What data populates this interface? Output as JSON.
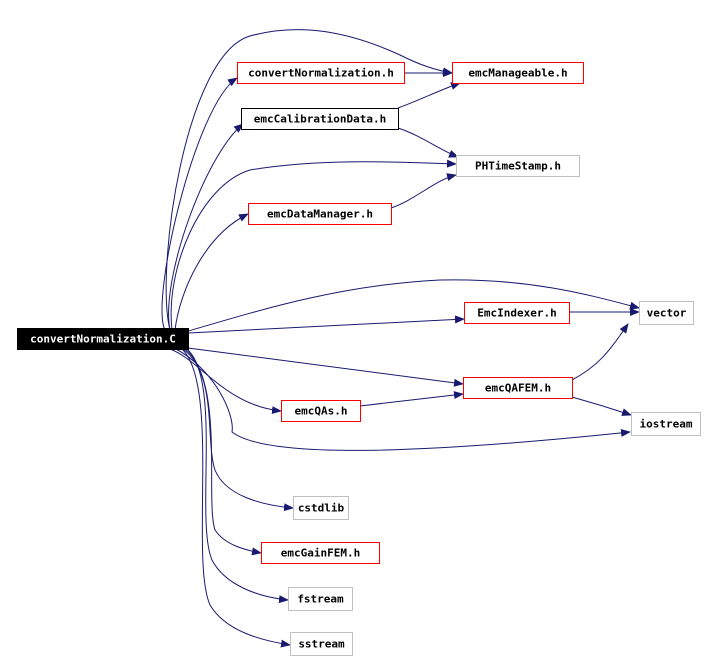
{
  "colors": {
    "edge": "#191970",
    "root_fill": "#000000",
    "root_text": "#ffffff",
    "text": "#000000",
    "border_red": "#ff0000",
    "border_black": "#000000",
    "border_gray": "#c0c0c0"
  },
  "nodes": [
    {
      "id": "root",
      "label": "convertNormalization.C",
      "style": "root"
    },
    {
      "id": "convert_h",
      "label": "convertNormalization.h",
      "style": "red"
    },
    {
      "id": "manageable",
      "label": "emcManageable.h",
      "style": "red"
    },
    {
      "id": "calib",
      "label": "emcCalibrationData.h",
      "style": "black"
    },
    {
      "id": "timestamp",
      "label": "PHTimeStamp.h",
      "style": "gray"
    },
    {
      "id": "datamanager",
      "label": "emcDataManager.h",
      "style": "red"
    },
    {
      "id": "indexer",
      "label": "EmcIndexer.h",
      "style": "red"
    },
    {
      "id": "vector",
      "label": "vector",
      "style": "gray"
    },
    {
      "id": "qafem",
      "label": "emcQAFEM.h",
      "style": "red"
    },
    {
      "id": "qas",
      "label": "emcQAs.h",
      "style": "red"
    },
    {
      "id": "iostream",
      "label": "iostream",
      "style": "gray"
    },
    {
      "id": "cstdlib",
      "label": "cstdlib",
      "style": "gray"
    },
    {
      "id": "gainfem",
      "label": "emcGainFEM.h",
      "style": "red"
    },
    {
      "id": "fstream",
      "label": "fstream",
      "style": "gray"
    },
    {
      "id": "sstream",
      "label": "sstream",
      "style": "gray"
    }
  ],
  "edges": [
    {
      "from": "root",
      "to": "convert_h"
    },
    {
      "from": "root",
      "to": "manageable"
    },
    {
      "from": "root",
      "to": "calib"
    },
    {
      "from": "root",
      "to": "timestamp"
    },
    {
      "from": "root",
      "to": "datamanager"
    },
    {
      "from": "root",
      "to": "vector"
    },
    {
      "from": "root",
      "to": "indexer"
    },
    {
      "from": "root",
      "to": "qafem"
    },
    {
      "from": "root",
      "to": "qas"
    },
    {
      "from": "root",
      "to": "iostream"
    },
    {
      "from": "root",
      "to": "cstdlib"
    },
    {
      "from": "root",
      "to": "gainfem"
    },
    {
      "from": "root",
      "to": "fstream"
    },
    {
      "from": "root",
      "to": "sstream"
    },
    {
      "from": "convert_h",
      "to": "manageable"
    },
    {
      "from": "calib",
      "to": "manageable"
    },
    {
      "from": "calib",
      "to": "timestamp"
    },
    {
      "from": "datamanager",
      "to": "timestamp"
    },
    {
      "from": "indexer",
      "to": "vector"
    },
    {
      "from": "qafem",
      "to": "vector"
    },
    {
      "from": "qafem",
      "to": "iostream"
    },
    {
      "from": "qas",
      "to": "qafem"
    }
  ]
}
